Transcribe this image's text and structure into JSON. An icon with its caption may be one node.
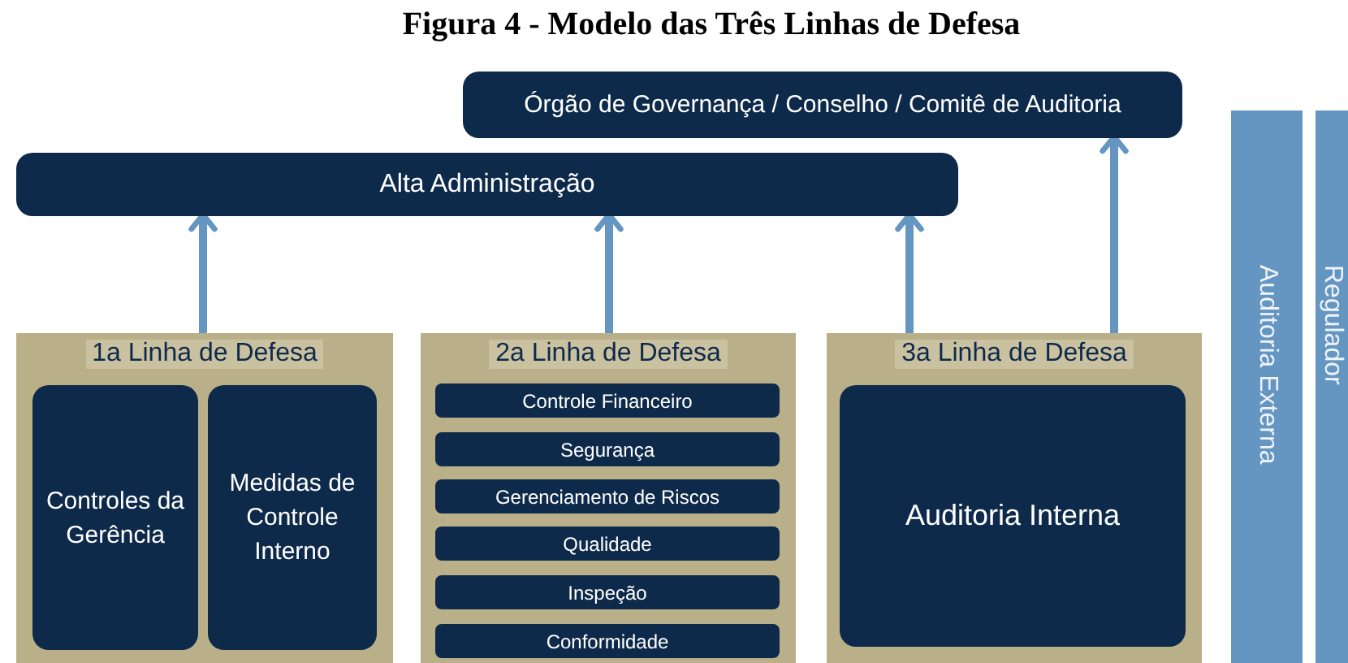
{
  "diagram": {
    "title": "Figura 4 - Modelo das Três Linhas de Defesa",
    "nodes": [
      {
        "text": [
          "Órgão de Governança / Conselho / Comitê de Auditoria"
        ]
      },
      {
        "text": [
          "Alta Administração"
        ]
      },
      {
        "text": [
          "1a Linha de Defesa"
        ]
      },
      {
        "text": [
          "Controles da Gerência"
        ],
        "in": 2
      },
      {
        "text": [
          "Medidas de Controle Interno"
        ],
        "in": 2
      },
      {
        "text": [
          "2a Linha de Defesa"
        ]
      },
      {
        "text": [
          "Controle Financeiro"
        ],
        "in": 5
      },
      {
        "text": [
          "Segurança"
        ],
        "in": 5
      },
      {
        "text": [
          "Gerenciamento de Riscos"
        ],
        "in": 5
      },
      {
        "text": [
          "Qualidade"
        ],
        "in": 5
      },
      {
        "text": [
          "Inspeção"
        ],
        "in": 5
      },
      {
        "text": [
          "Conformidade"
        ],
        "in": 5
      },
      {
        "text": [
          "3a Linha de Defesa"
        ]
      },
      {
        "text": [
          "Auditoria Interna"
        ],
        "in": 12
      },
      {
        "text": [
          "Auditoria Externa"
        ]
      },
      {
        "text": [
          "Regulador"
        ]
      }
    ],
    "edges": [
      {
        "from": 2,
        "to": 1,
        "arrow": "to"
      },
      {
        "from": 5,
        "to": 1,
        "arrow": "to"
      },
      {
        "from": 12,
        "to": 1,
        "arrow": "to"
      },
      {
        "from": 12,
        "to": 0,
        "arrow": "to"
      }
    ]
  }
}
